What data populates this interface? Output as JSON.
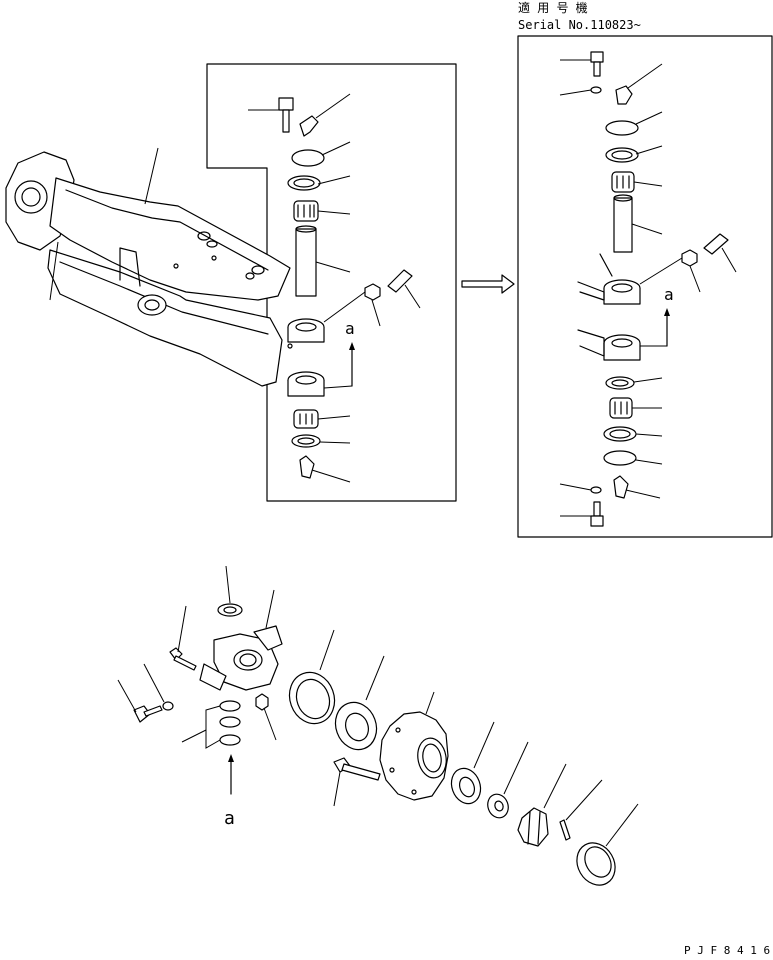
{
  "header": {
    "applicable_label": "適 用 号 機",
    "serial_label": "Serial No.110823~"
  },
  "callouts": {
    "view_a_upper": "a",
    "view_a_right": "a",
    "view_a_lower": "a"
  },
  "footer": {
    "drawing_code": "P J F 8 4 1 6"
  }
}
